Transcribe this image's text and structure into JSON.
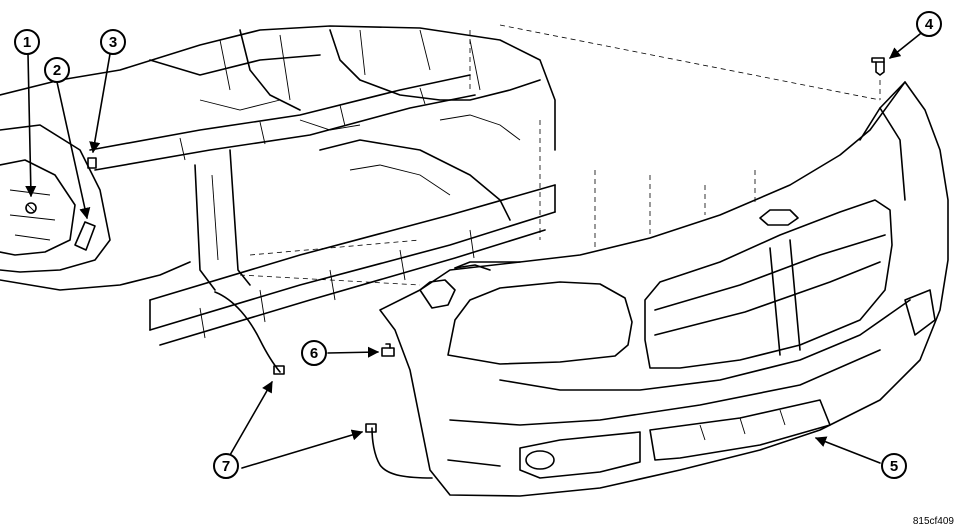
{
  "figure_id": "815cf409",
  "callouts": [
    {
      "label": "1"
    },
    {
      "label": "2"
    },
    {
      "label": "3"
    },
    {
      "label": "4"
    },
    {
      "label": "5"
    },
    {
      "label": "6"
    },
    {
      "label": "7"
    }
  ]
}
